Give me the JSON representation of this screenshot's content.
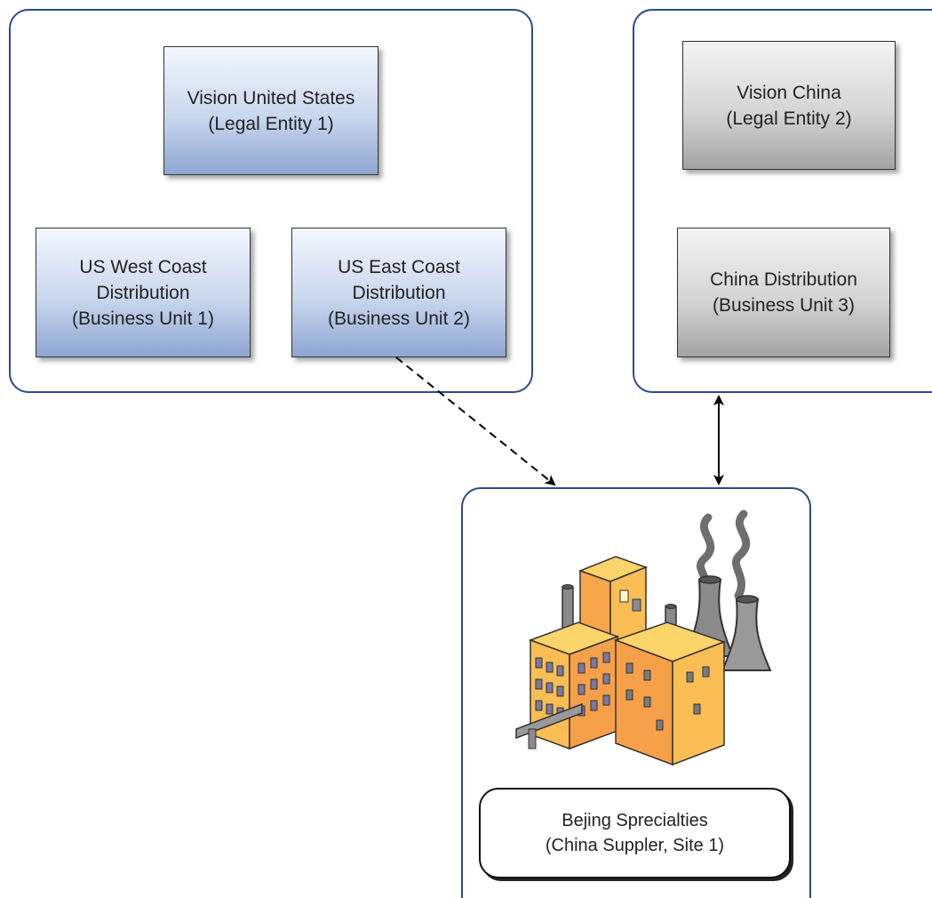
{
  "nodes": {
    "vision_us": {
      "line1": "Vision United States",
      "line2": "(Legal Entity 1)"
    },
    "us_west": {
      "line1": "US West Coast",
      "line2": "Distribution",
      "line3": "(Business Unit 1)"
    },
    "us_east": {
      "line1": "US East Coast",
      "line2": "Distribution",
      "line3": "(Business Unit 2)"
    },
    "vision_china": {
      "line1": "Vision China",
      "line2": "(Legal Entity 2)"
    },
    "china_dist": {
      "line1": "China Distribution",
      "line2": "(Business Unit 3)"
    },
    "supplier_site": {
      "line1": "Bejing Sprecialties",
      "line2": "(China Suppler, Site 1)"
    }
  },
  "icons": {
    "factory": "factory-icon"
  },
  "colors": {
    "group_border": "#2c4c8e",
    "blue_box_top": "#f4f7fd",
    "blue_box_bottom": "#8ea6d2",
    "gray_box_top": "#f4f4f4",
    "gray_box_bottom": "#a3a3a3",
    "building_orange": "#f7a64a",
    "building_light": "#fbd46a"
  },
  "connectors": [
    {
      "from": "us_east",
      "to": "supplier_site",
      "style": "dashed",
      "arrows": "end"
    },
    {
      "from": "vision_china_group",
      "to": "supplier_site",
      "style": "solid",
      "arrows": "both"
    }
  ]
}
